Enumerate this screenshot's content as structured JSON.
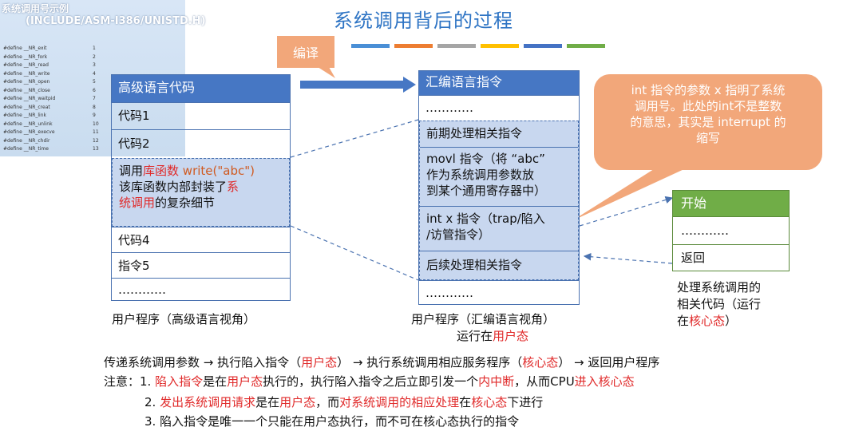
{
  "inset": {
    "title_line1": "系统调用号示例",
    "title_line2": "(INCLUDE/ASM-I386/UNISTD.H)",
    "defines": [
      {
        "name": "#define __NR_exit",
        "num": "1"
      },
      {
        "name": "#define __NR_fork",
        "num": "2"
      },
      {
        "name": "#define __NR_read",
        "num": "3"
      },
      {
        "name": "#define __NR_write",
        "num": "4"
      },
      {
        "name": "#define __NR_open",
        "num": "5"
      },
      {
        "name": "#define __NR_close",
        "num": "6"
      },
      {
        "name": "#define __NR_waitpid",
        "num": "7"
      },
      {
        "name": "#define __NR_creat",
        "num": "8"
      },
      {
        "name": "#define __NR_link",
        "num": "9"
      },
      {
        "name": "#define __NR_unlink",
        "num": "10"
      },
      {
        "name": "#define __NR_execve",
        "num": "11"
      },
      {
        "name": "#define __NR_chdir",
        "num": "12"
      },
      {
        "name": "#define __NR_time",
        "num": "13"
      }
    ]
  },
  "title": "系统调用背后的过程",
  "colors": {
    "bars": [
      "#4a8fd6",
      "#ed7d31",
      "#a5a5a5",
      "#ffc000",
      "#4472c4",
      "#70ad47"
    ],
    "callout": "#f2a77a",
    "header_blue": "#4677c4",
    "header_green": "#70ad47",
    "highlight_red": "#e02a2a"
  },
  "compile_label": "编译",
  "high_level": {
    "header": "高级语言代码",
    "rows": [
      "代码1",
      "代码2"
    ],
    "call": {
      "p1": "调用",
      "p2": "库函数",
      "p3": " write(\"abc\")",
      "p4": "该库函数内部封装了",
      "p5": "系",
      "p6": "统调用",
      "p7": "的复杂细节"
    },
    "rows_after": [
      "代码4",
      "指令5",
      "…………"
    ],
    "caption": "用户程序（高级语言视角）"
  },
  "assembly": {
    "header": "汇编语言指令",
    "row0": "…………",
    "pre": "前期处理相关指令",
    "movl": [
      "movl 指令（将 “abc”",
      "作为系统调用参数放",
      "到某个通用寄存器中）"
    ],
    "int": [
      "int x 指令（trap/陷入",
      "/访管指令）"
    ],
    "post": "后续处理相关指令",
    "last": "…………",
    "caption1": "用户程序（汇编语言视角）",
    "caption2a": "运行在",
    "caption2b": "用户态"
  },
  "callout_int": [
    "int 指令的参数 x 指明了系统",
    "调用号。此处的int不是整数",
    "的意思，其实是 interrupt 的",
    "缩写"
  ],
  "kernel": {
    "header": "开始",
    "rows": [
      "…………",
      "返回"
    ],
    "caption1": "处理系统调用的",
    "caption2": "相关代码（运行",
    "caption3a": "在",
    "caption3b": "核心态",
    "caption3c": "）"
  },
  "flow": {
    "a": "传递系统调用参数 → 执行陷入指令（",
    "b": "用户态",
    "c": "） → 执行系统调用相应服务程序（",
    "d": "核心态",
    "e": "） → 返回用户程序"
  },
  "notes": {
    "l1": {
      "a": "注意：1. ",
      "b": "陷入指令",
      "c": "是在",
      "d": "用户态",
      "e": "执行的，执行陷入指令之后立即引发一个",
      "f": "内中断",
      "g": "，从而CPU",
      "h": "进入核心态"
    },
    "l2": {
      "a": "2. ",
      "b": "发出系统调用请求",
      "c": "是在",
      "d": "用户态",
      "e": "，而",
      "f": "对系统调用的相应处理",
      "g": "在",
      "h": "核心态",
      "i": "下进行"
    },
    "l3": "3. 陷入指令是唯一一个只能在用户态执行，而不可在核心态执行的指令"
  }
}
